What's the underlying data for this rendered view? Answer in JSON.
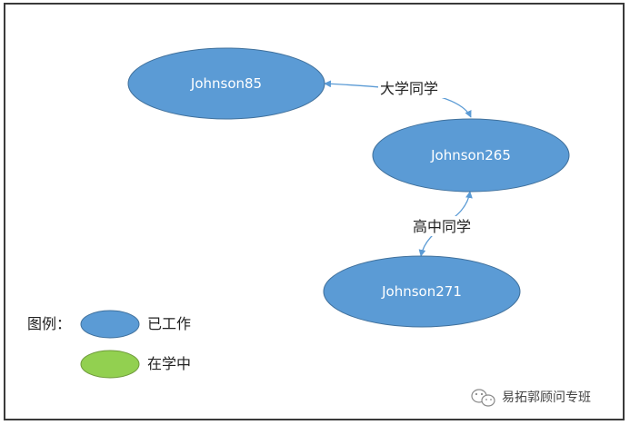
{
  "nodes": [
    {
      "id": "n1",
      "label": "Johnson85",
      "status": "working"
    },
    {
      "id": "n2",
      "label": "Johnson265",
      "status": "working"
    },
    {
      "id": "n3",
      "label": "Johnson271",
      "status": "working"
    }
  ],
  "edges": [
    {
      "from": "Johnson85",
      "to": "Johnson265",
      "label": "大学同学"
    },
    {
      "from": "Johnson265",
      "to": "Johnson271",
      "label": "高中同学"
    }
  ],
  "legend": {
    "title": "图例：",
    "items": [
      {
        "label": "已工作",
        "color": "#5b9bd5"
      },
      {
        "label": "在学中",
        "color": "#92d050"
      }
    ]
  },
  "colors": {
    "node_fill": "#5b9bd5",
    "node_stroke": "#41719c",
    "edge": "#5b9bd5",
    "legend_working": "#5b9bd5",
    "legend_studying": "#92d050"
  },
  "brand": {
    "icon": "wechat-icon",
    "text": "易拓郭顾问专班"
  }
}
